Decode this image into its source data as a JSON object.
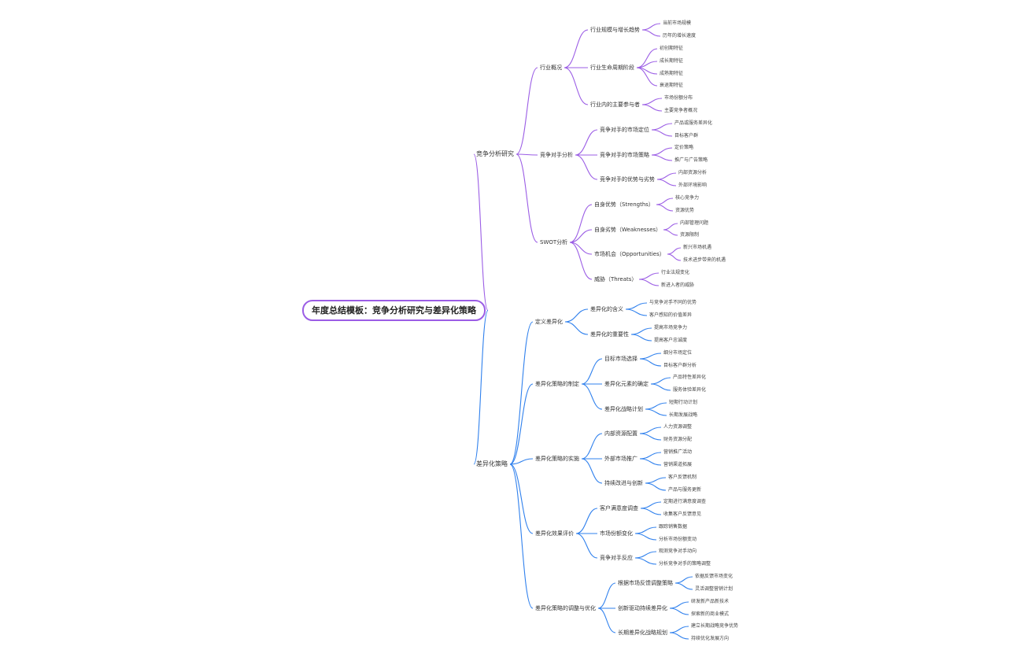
{
  "colors": {
    "purple": "#9b5de5",
    "blue": "#2f80ed"
  },
  "mindmap": {
    "title": "年度总结模板：竞争分析研究与差异化策略",
    "branches": [
      {
        "label": "竞争分析研究",
        "color": "purple",
        "children": [
          {
            "label": "行业概况",
            "children": [
              {
                "label": "行业规模与增长趋势",
                "children": [
                  "当前市场规模",
                  "历年的增长速度"
                ]
              },
              {
                "label": "行业生命周期阶段",
                "children": [
                  "初创期特征",
                  "成长期特征",
                  "成熟期特征",
                  "衰退期特征"
                ]
              },
              {
                "label": "行业内的主要参与者",
                "children": [
                  "市场份额分布",
                  "主要竞争者概况"
                ]
              }
            ]
          },
          {
            "label": "竞争对手分析",
            "children": [
              {
                "label": "竞争对手的市场定位",
                "children": [
                  "产品或服务差异化",
                  "目标客户群"
                ]
              },
              {
                "label": "竞争对手的市场策略",
                "children": [
                  "定价策略",
                  "推广与广告策略"
                ]
              },
              {
                "label": "竞争对手的优势与劣势",
                "children": [
                  "内部资源分析",
                  "外部环境影响"
                ]
              }
            ]
          },
          {
            "label": "SWOT分析",
            "children": [
              {
                "label": "自身优势（Strengths）",
                "children": [
                  "核心竞争力",
                  "资源优势"
                ]
              },
              {
                "label": "自身劣势（Weaknesses）",
                "children": [
                  "内部管理问题",
                  "资源限制"
                ]
              },
              {
                "label": "市场机会（Opportunities）",
                "children": [
                  "新兴市场机遇",
                  "技术进步带来的机遇"
                ]
              },
              {
                "label": "威胁（Threats）",
                "children": [
                  "行业法规变化",
                  "新进入者的威胁"
                ]
              }
            ]
          }
        ]
      },
      {
        "label": "差异化策略",
        "color": "blue",
        "children": [
          {
            "label": "定义差异化",
            "children": [
              {
                "label": "差异化的含义",
                "children": [
                  "与竞争对手不同的优势",
                  "客户感知的价值差异"
                ]
              },
              {
                "label": "差异化的重要性",
                "children": [
                  "提高市场竞争力",
                  "提高客户忠诚度"
                ]
              }
            ]
          },
          {
            "label": "差异化策略的制定",
            "children": [
              {
                "label": "目标市场选择",
                "children": [
                  "细分市场定位",
                  "目标客户群分析"
                ]
              },
              {
                "label": "差异化元素的确定",
                "children": [
                  "产品特性差异化",
                  "服务体验差异化"
                ]
              },
              {
                "label": "差异化战略计划",
                "children": [
                  "短期行动计划",
                  "长期发展战略"
                ]
              }
            ]
          },
          {
            "label": "差异化策略的实施",
            "children": [
              {
                "label": "内部资源配置",
                "children": [
                  "人力资源调整",
                  "财务资源分配"
                ]
              },
              {
                "label": "外部市场推广",
                "children": [
                  "营销推广活动",
                  "营销渠道拓展"
                ]
              },
              {
                "label": "持续改进与创新",
                "children": [
                  "客户反馈机制",
                  "产品与服务更新"
                ]
              }
            ]
          },
          {
            "label": "差异化效果评价",
            "children": [
              {
                "label": "客户满意度调查",
                "children": [
                  "定期进行满意度调查",
                  "收集客户反馈意见"
                ]
              },
              {
                "label": "市场份额变化",
                "children": [
                  "跟踪销售数据",
                  "分析市场份额变动"
                ]
              },
              {
                "label": "竞争对手反应",
                "children": [
                  "观测竞争对手动向",
                  "分析竞争对手的策略调整"
                ]
              }
            ]
          },
          {
            "label": "差异化策略的调整与优化",
            "children": [
              {
                "label": "根据市场反馈调整策略",
                "children": [
                  "依据反馈市场变化",
                  "灵活调整营销计划"
                ]
              },
              {
                "label": "创新驱动持续差异化",
                "children": [
                  "研发新产品新技术",
                  "探索新的商业模式"
                ]
              },
              {
                "label": "长期差异化战略规划",
                "children": [
                  "建立长期战略竞争优势",
                  "持续优化发展方向"
                ]
              }
            ]
          }
        ]
      }
    ]
  }
}
